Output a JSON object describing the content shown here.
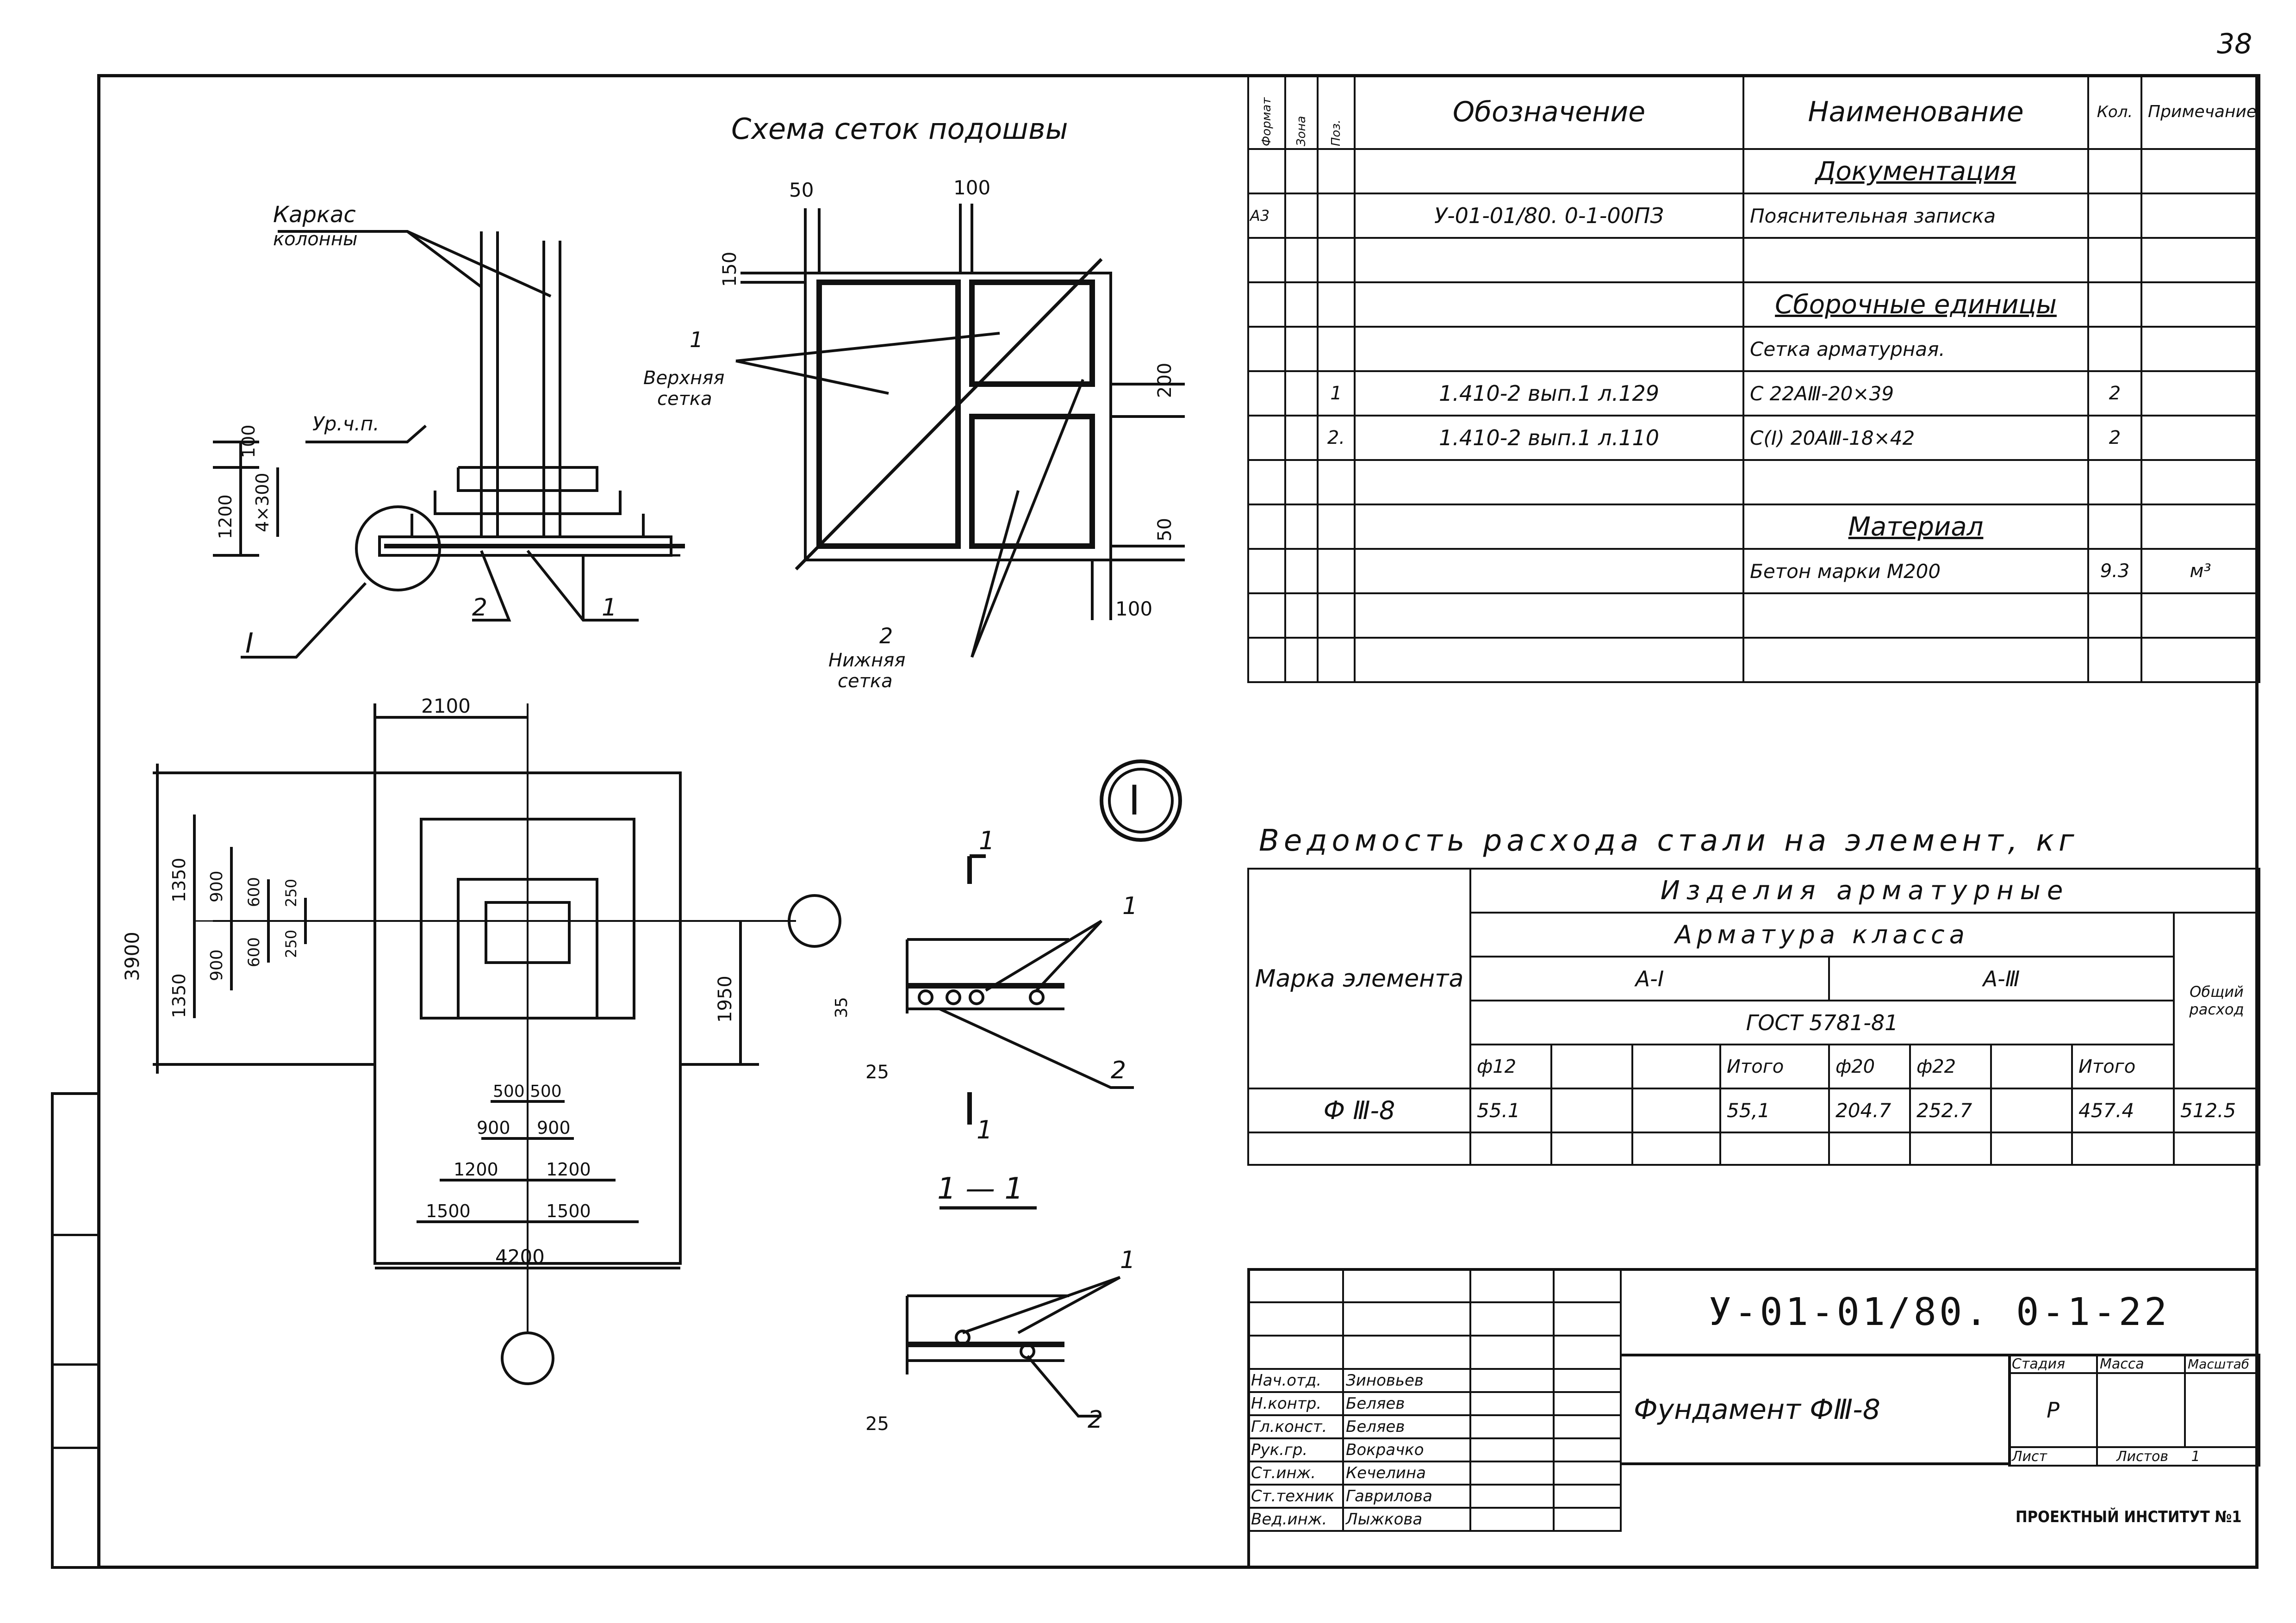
{
  "sheet_number": "38",
  "drawing": {
    "schema_title": "Схема сеток подошвы",
    "karkas_label_1": "Каркас",
    "karkas_label_2": "колонны",
    "level_label": "Ур.ч.п.",
    "dim_100": "100",
    "dim_1200": "1200",
    "dim_4x300": "4×300",
    "callout_I": "I",
    "pos_1": "1",
    "pos_2": "2",
    "upper_mesh_1": "Верхняя",
    "upper_mesh_2": "сетка",
    "lower_mesh_1": "Нижняя",
    "lower_mesh_2": "сетка",
    "dim_50": "50",
    "dim_150": "150",
    "dim_200": "200",
    "plan_dims": {
      "d2100": "2100",
      "d3900": "3900",
      "d1350a": "1350",
      "d1350b": "1350",
      "d900a": "900",
      "d900b": "900",
      "d600a": "600",
      "d600b": "600",
      "d250a": "250",
      "d250b": "250",
      "d1950": "1950",
      "d500a": "500",
      "d500b": "500",
      "d900c": "900",
      "d900d": "900",
      "d1200a": "1200",
      "d1200b": "1200",
      "d1500a": "1500",
      "d1500b": "1500",
      "d4200": "4200"
    },
    "section_mark": "1",
    "section_title": "1 — 1",
    "dim_35": "35",
    "dim_25": "25"
  },
  "spec_table": {
    "headers": {
      "format": "Формат",
      "zone": "Зона",
      "pos": "Поз.",
      "designation": "Обозначение",
      "name": "Наименование",
      "qty": "Кол.",
      "note": "Примечание"
    },
    "rows": [
      {
        "format": "",
        "zone": "",
        "pos": "",
        "designation": "",
        "name": "Документация",
        "qty": "",
        "note": "",
        "section": true
      },
      {
        "format": "А3",
        "zone": "",
        "pos": "",
        "designation": "У-01-01/80. 0-1-00ПЗ",
        "name": "Пояснительная записка",
        "qty": "",
        "note": "",
        "section": false
      },
      {
        "format": "",
        "zone": "",
        "pos": "",
        "designation": "",
        "name": "",
        "qty": "",
        "note": "",
        "section": false
      },
      {
        "format": "",
        "zone": "",
        "pos": "",
        "designation": "",
        "name": "Сборочные единицы",
        "qty": "",
        "note": "",
        "section": true
      },
      {
        "format": "",
        "zone": "",
        "pos": "",
        "designation": "",
        "name": "Сетка арматурная.",
        "qty": "",
        "note": "",
        "section": false
      },
      {
        "format": "",
        "zone": "",
        "pos": "1",
        "designation": "1.410-2  вып.1  л.129",
        "name": "С 22АⅢ-20×39",
        "qty": "2",
        "note": "",
        "section": false
      },
      {
        "format": "",
        "zone": "",
        "pos": "2.",
        "designation": "1.410-2  вып.1  л.110",
        "name": "С(I) 20АⅢ-18×42",
        "qty": "2",
        "note": "",
        "section": false
      },
      {
        "format": "",
        "zone": "",
        "pos": "",
        "designation": "",
        "name": "",
        "qty": "",
        "note": "",
        "section": false
      },
      {
        "format": "",
        "zone": "",
        "pos": "",
        "designation": "",
        "name": "Материал",
        "qty": "",
        "note": "",
        "section": true
      },
      {
        "format": "",
        "zone": "",
        "pos": "",
        "designation": "",
        "name": "Бетон марки М200",
        "qty": "9.3",
        "note": "м³",
        "section": false
      },
      {
        "format": "",
        "zone": "",
        "pos": "",
        "designation": "",
        "name": "",
        "qty": "",
        "note": "",
        "section": false
      },
      {
        "format": "",
        "zone": "",
        "pos": "",
        "designation": "",
        "name": "",
        "qty": "",
        "note": "",
        "section": false
      }
    ]
  },
  "steel_table": {
    "title": "Ведомость расхода стали на элемент, кг",
    "mark_header": "Марка элемента",
    "products_header": "Изделия арматурные",
    "class_header": "Арматура класса",
    "class_a1": "А-I",
    "class_a3": "А-Ⅲ",
    "gost": "ГОСТ 5781-81",
    "total_header": "Общий расход",
    "sub_headers": [
      "ф12",
      "",
      "",
      "Итого",
      "ф20",
      "ф22",
      "",
      "Итого"
    ],
    "row": {
      "mark": "Ф Ⅲ-8",
      "values": [
        "55.1",
        "",
        "",
        "55,1",
        "204.7",
        "252.7",
        "",
        "457.4"
      ],
      "total": "512.5"
    }
  },
  "title_block": {
    "code": "У-01-01/80. 0-1-22",
    "name": "Фундамент ФⅢ-8",
    "stage_label": "Стадия",
    "mass_label": "Масса",
    "scale_label": "Масштаб",
    "stage_value": "Р",
    "sheet_label": "Лист",
    "sheets_label": "Листов",
    "sheets_value": "1",
    "org": "ПРОЕКТНЫЙ ИНСТИТУТ №1",
    "people": [
      {
        "role": "Нач.отд.",
        "name": "Зиновьев"
      },
      {
        "role": "Н.контр.",
        "name": "Беляев"
      },
      {
        "role": "Гл.конст.",
        "name": "Беляев"
      },
      {
        "role": "Рук.гр.",
        "name": "Вокрачко"
      },
      {
        "role": "Ст.инж.",
        "name": "Кечелина"
      },
      {
        "role": "Ст.техник",
        "name": "Гаврилова"
      },
      {
        "role": "Вед.инж.",
        "name": "Лыжкова"
      }
    ]
  }
}
